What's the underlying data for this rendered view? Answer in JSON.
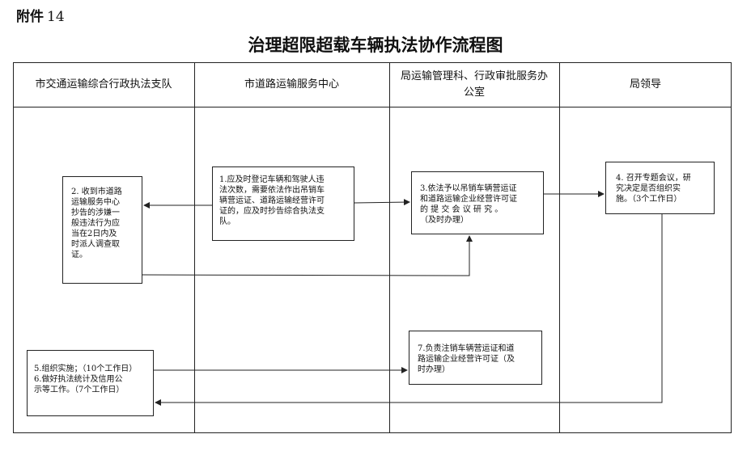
{
  "appendix": {
    "label": "附件",
    "number": "14"
  },
  "title": "治理超限超载车辆执法协作流程图",
  "columns": [
    "市交通运输综合行政执法支队",
    "市道路运输服务中心",
    "局运输管理科、行政审批服务办公室",
    "局领导"
  ],
  "steps": {
    "step1": "1.应及时登记车辆和驾驶人违\n法次数，需要依法作出吊销车\n辆营运证、道路运输经营许可\n证的，应及时抄告综合执法支\n队。",
    "step2": "2. 收到市道路\n运输服务中心\n抄告的涉嫌一\n般违法行为应\n当在2日内及\n时派人调查取\n证。",
    "step3": "3.依法予以吊销车辆营运证\n和道路运输企业经营许可证\n的 提 交 会 议 研 究 。\n（及时办理）",
    "step4": "4. 召开专题会议，研\n究决定是否组织实\n施。（3个工作日）",
    "step56": "5.组织实施；（10个工作日）\n6.做好执法统计及信用公\n示等工作。（7个工作日）",
    "step7": "7.负责注销车辆营运证和道\n路运输企业经营许可证（及\n时办理）"
  }
}
